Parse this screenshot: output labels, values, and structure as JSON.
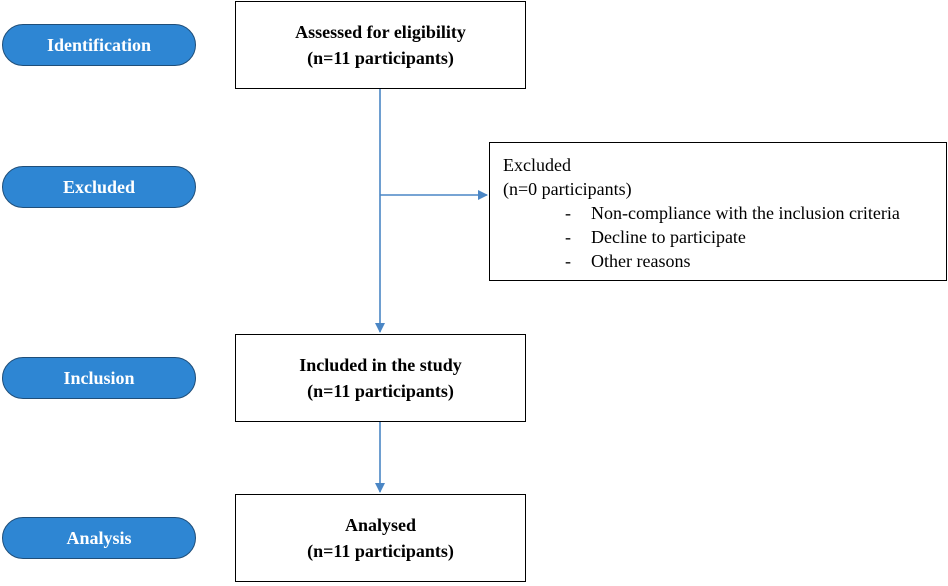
{
  "stages": {
    "identification": "Identification",
    "excluded": "Excluded",
    "inclusion": "Inclusion",
    "analysis": "Analysis"
  },
  "boxes": {
    "assessed": {
      "title": "Assessed for eligibility",
      "count": "(n=11 participants)"
    },
    "excluded": {
      "title": "Excluded",
      "count": "(n=0 participants)",
      "reasons": [
        "Non-compliance with the inclusion criteria",
        "Decline to participate",
        "Other reasons"
      ],
      "bullet": "-"
    },
    "included": {
      "title": "Included in the study",
      "count": "(n=11 participants)"
    },
    "analysed": {
      "title": "Analysed",
      "count": "(n=11 participants)"
    }
  },
  "colors": {
    "stage_fill": "#2e86d3",
    "stage_border": "#1f4e79",
    "arrow": "#4a86c5",
    "box_border": "#000000"
  }
}
